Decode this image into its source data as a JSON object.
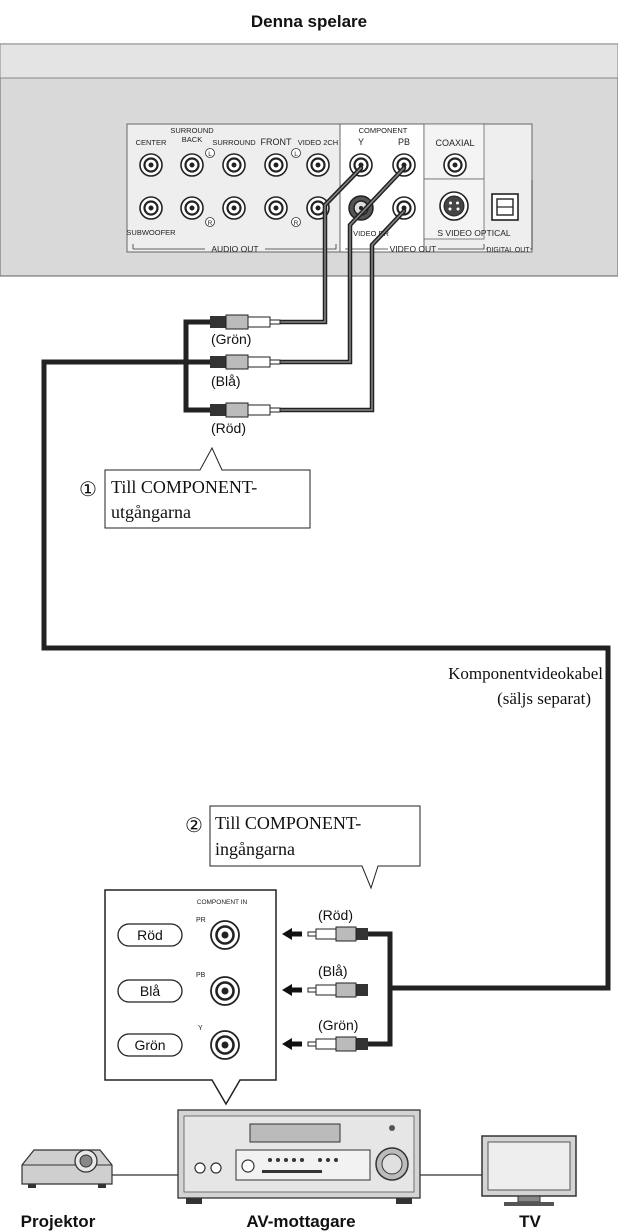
{
  "title": "Denna spelare",
  "player_panel": {
    "center": "CENTER",
    "surround_back": [
      "SURROUND",
      "BACK"
    ],
    "surround": "SURROUND",
    "front": "FRONT",
    "video_2ch": "VIDEO 2CH",
    "subwoofer": "SUBWOOFER",
    "component": "COMPONENT",
    "y": "Y",
    "pb": "PB",
    "video_pr": "VIDEO PR",
    "coaxial": "COAXIAL",
    "s_video_optical": "S VIDEO OPTICAL",
    "audio_out": "AUDIO OUT",
    "video_out": "VIDEO OUT",
    "digital_out": "DIGITAL OUT",
    "mark_l": "L",
    "mark_r": "R"
  },
  "plugs_top": [
    "(Grön)",
    "(Blå)",
    "(Röd)"
  ],
  "callout_1": {
    "number": "①",
    "line1": "Till COMPONENT-",
    "line2": "utgångarna"
  },
  "cable_label": {
    "line1": "Komponentvideokabel",
    "line2": "(säljs separat)"
  },
  "callout_2": {
    "number": "②",
    "line1": "Till COMPONENT-",
    "line2": "ingångarna"
  },
  "component_in": {
    "title": "COMPONENT IN",
    "rows": [
      {
        "color_label": "Röd",
        "jack": "PR"
      },
      {
        "color_label": "Blå",
        "jack": "PB"
      },
      {
        "color_label": "Grön",
        "jack": "Y"
      }
    ]
  },
  "plugs_bottom": [
    "(Röd)",
    "(Blå)",
    "(Grön)"
  ],
  "devices": {
    "projector": "Projektor",
    "receiver": "AV-mottagare",
    "tv": "TV"
  }
}
